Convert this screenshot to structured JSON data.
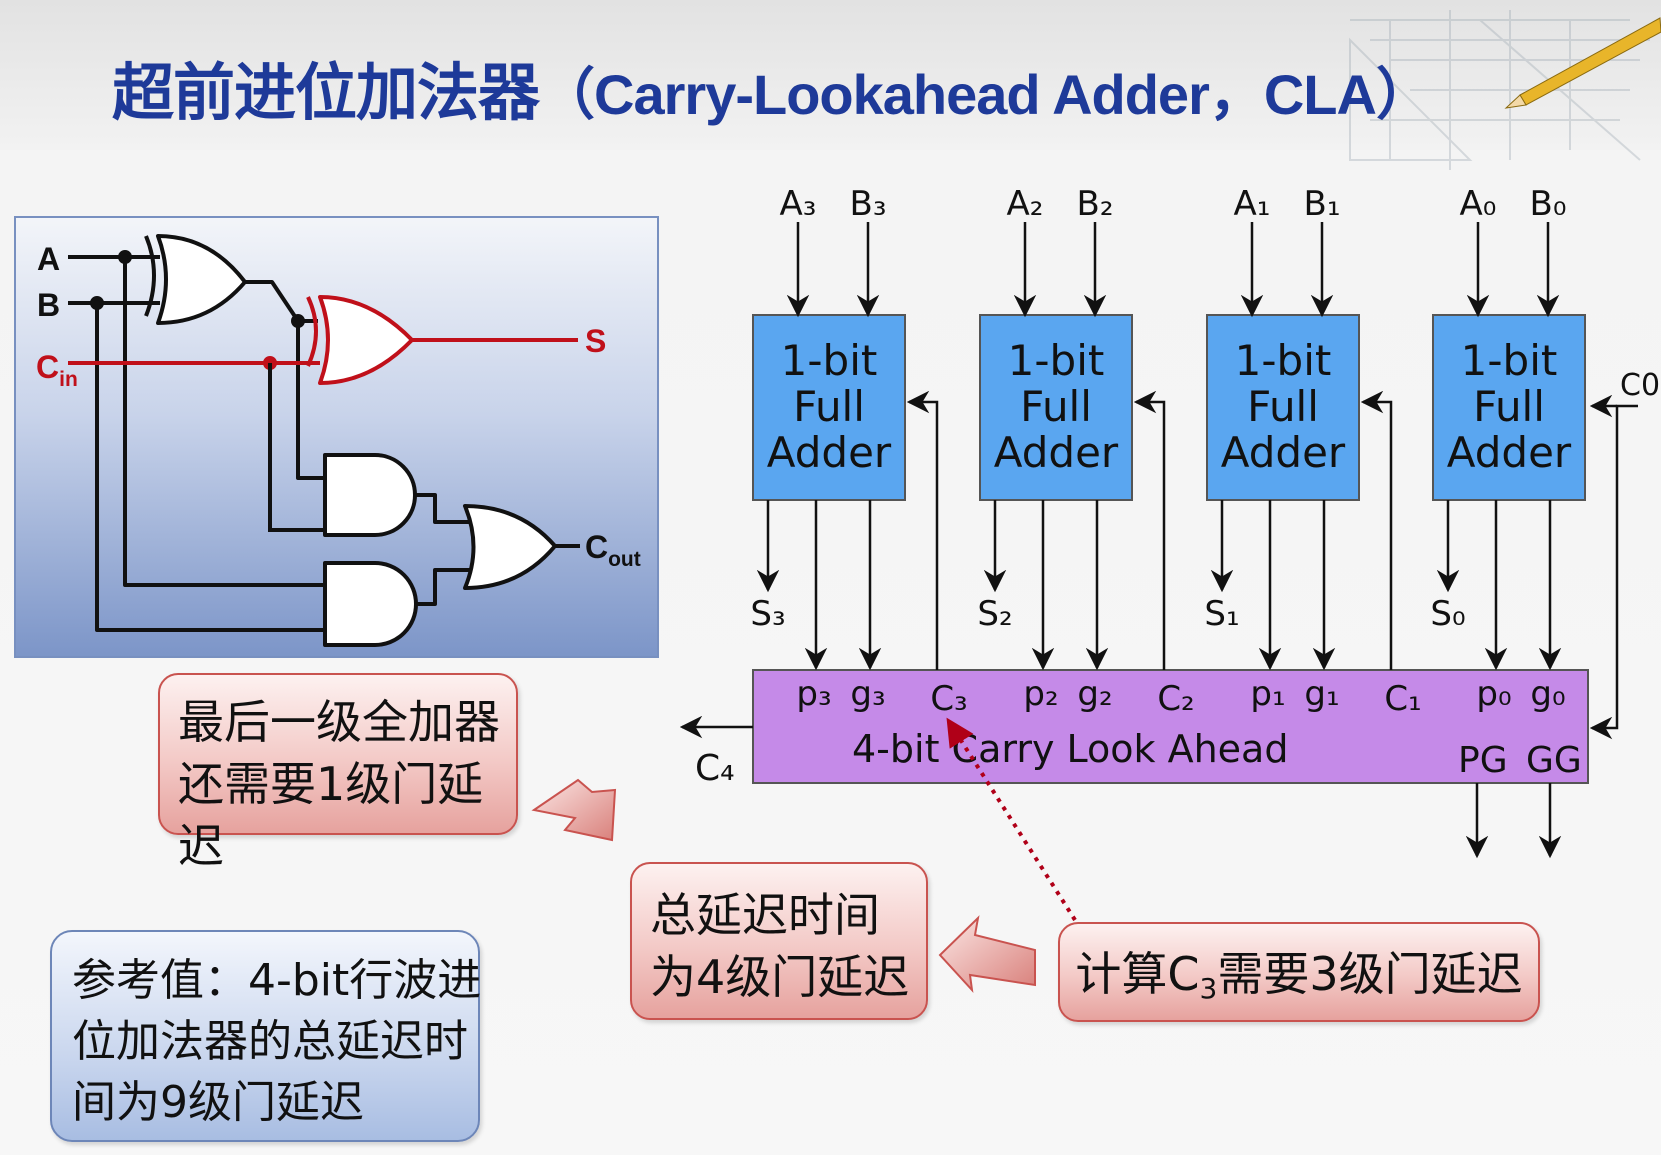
{
  "title": {
    "main": "超前进位加法器",
    "latin": "（Carry-Lookahead Adder，CLA）"
  },
  "full_adder_circuit": {
    "inputs": [
      "A",
      "B",
      "C"
    ],
    "cin_subscript": "in",
    "sum_output": "S",
    "carry_output": "C",
    "cout_subscript": "out",
    "colors": {
      "background_top": "#f2f5fa",
      "background_bottom": "#7e96c8",
      "wire": "#111111",
      "carry_path": "#c0101a"
    }
  },
  "cla_diagram": {
    "adders": [
      {
        "a_label": "A₃",
        "b_label": "B₃",
        "sum_label": "S₃",
        "p_label": "p₃",
        "g_label": "g₃",
        "c_label": "C₃"
      },
      {
        "a_label": "A₂",
        "b_label": "B₂",
        "sum_label": "S₂",
        "p_label": "p₂",
        "g_label": "g₂",
        "c_label": "C₂"
      },
      {
        "a_label": "A₁",
        "b_label": "B₁",
        "sum_label": "S₁",
        "p_label": "p₁",
        "g_label": "g₁",
        "c_label": "C₁"
      },
      {
        "a_label": "A₀",
        "b_label": "B₀",
        "sum_label": "S₀",
        "p_label": "p₀",
        "g_label": "g₀",
        "c_label": ""
      }
    ],
    "adder_text": [
      "1-bit",
      "Full",
      "Adder"
    ],
    "c0_label": "C0",
    "c4_label": "C₄",
    "cla_label": "4-bit Carry Look Ahead",
    "pg_label": "PG",
    "gg_label": "GG",
    "colors": {
      "adder_fill": "#5aa6f0",
      "cla_fill": "#c58ae8",
      "arrow": "#111111",
      "dotted_arrow": "#b00018"
    }
  },
  "callouts": {
    "last_stage": [
      "最后一级全加器",
      "还需要1级门延迟"
    ],
    "total_delay": [
      "总延迟时间",
      "为4级门延迟"
    ],
    "c3_delay_prefix": "计算C",
    "c3_delay_sub": "3",
    "c3_delay_suffix": "需要3级门延迟",
    "reference": [
      "参考值：4-bit行波进",
      "位加法器的总延迟时",
      "间为9级门延迟"
    ]
  }
}
